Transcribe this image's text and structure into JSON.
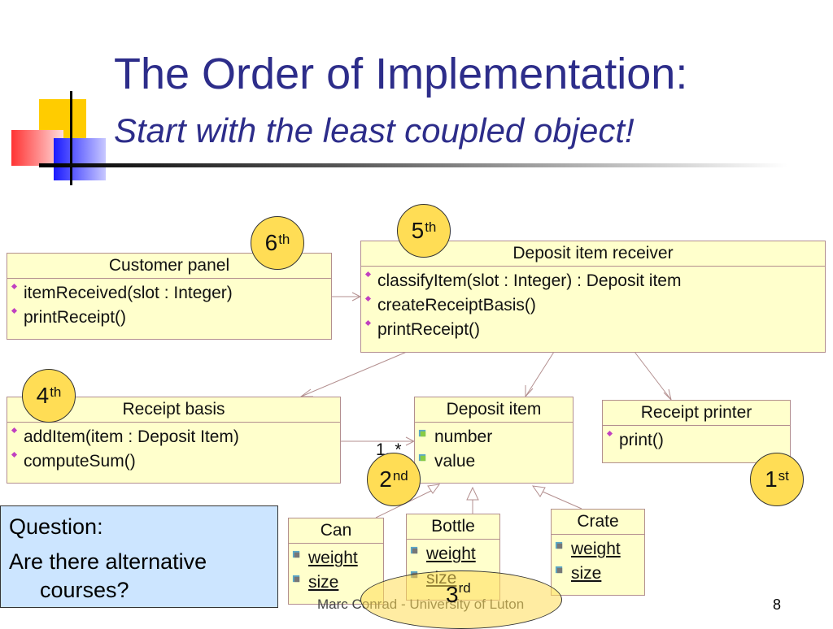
{
  "slide": {
    "title": "The Order of Implementation:",
    "subtitle": "Start with the least coupled object!",
    "footer": "Marc Conrad - University of Luton",
    "page_number": "8"
  },
  "classes": {
    "customer_panel": {
      "name": "Customer panel",
      "operations": [
        "itemReceived(slot : Integer)",
        "printReceipt()"
      ]
    },
    "deposit_item_receiver": {
      "name": "Deposit item receiver",
      "operations": [
        "classifyItem(slot : Integer) : Deposit item",
        "createReceiptBasis()",
        "printReceipt()"
      ]
    },
    "receipt_basis": {
      "name": "Receipt basis",
      "operations": [
        "addItem(item : Deposit Item)",
        "computeSum()"
      ]
    },
    "deposit_item": {
      "name": "Deposit item",
      "attributes": [
        "number",
        "value"
      ]
    },
    "receipt_printer": {
      "name": "Receipt printer",
      "operations": [
        "print()"
      ]
    },
    "can": {
      "name": "Can",
      "attributes": [
        "weight",
        "size"
      ]
    },
    "bottle": {
      "name": "Bottle",
      "attributes": [
        "weight",
        "size"
      ]
    },
    "crate": {
      "name": "Crate",
      "attributes": [
        "weight",
        "size"
      ]
    }
  },
  "multiplicity": "1..*",
  "badges": {
    "b1": {
      "num": "1",
      "suffix": "st"
    },
    "b2": {
      "num": "2",
      "suffix": "nd"
    },
    "b3": {
      "num": "3",
      "suffix": "rd"
    },
    "b4": {
      "num": "4",
      "suffix": "th"
    },
    "b5": {
      "num": "5",
      "suffix": "th"
    },
    "b6": {
      "num": "6",
      "suffix": "th"
    }
  },
  "question": {
    "title": "Question:",
    "text": "Are there alternative courses?"
  },
  "colors": {
    "title": "#2d2d8a",
    "class_fill": "#ffffcc",
    "badge_fill": "#ffdd55",
    "question_fill": "#cce5ff"
  }
}
